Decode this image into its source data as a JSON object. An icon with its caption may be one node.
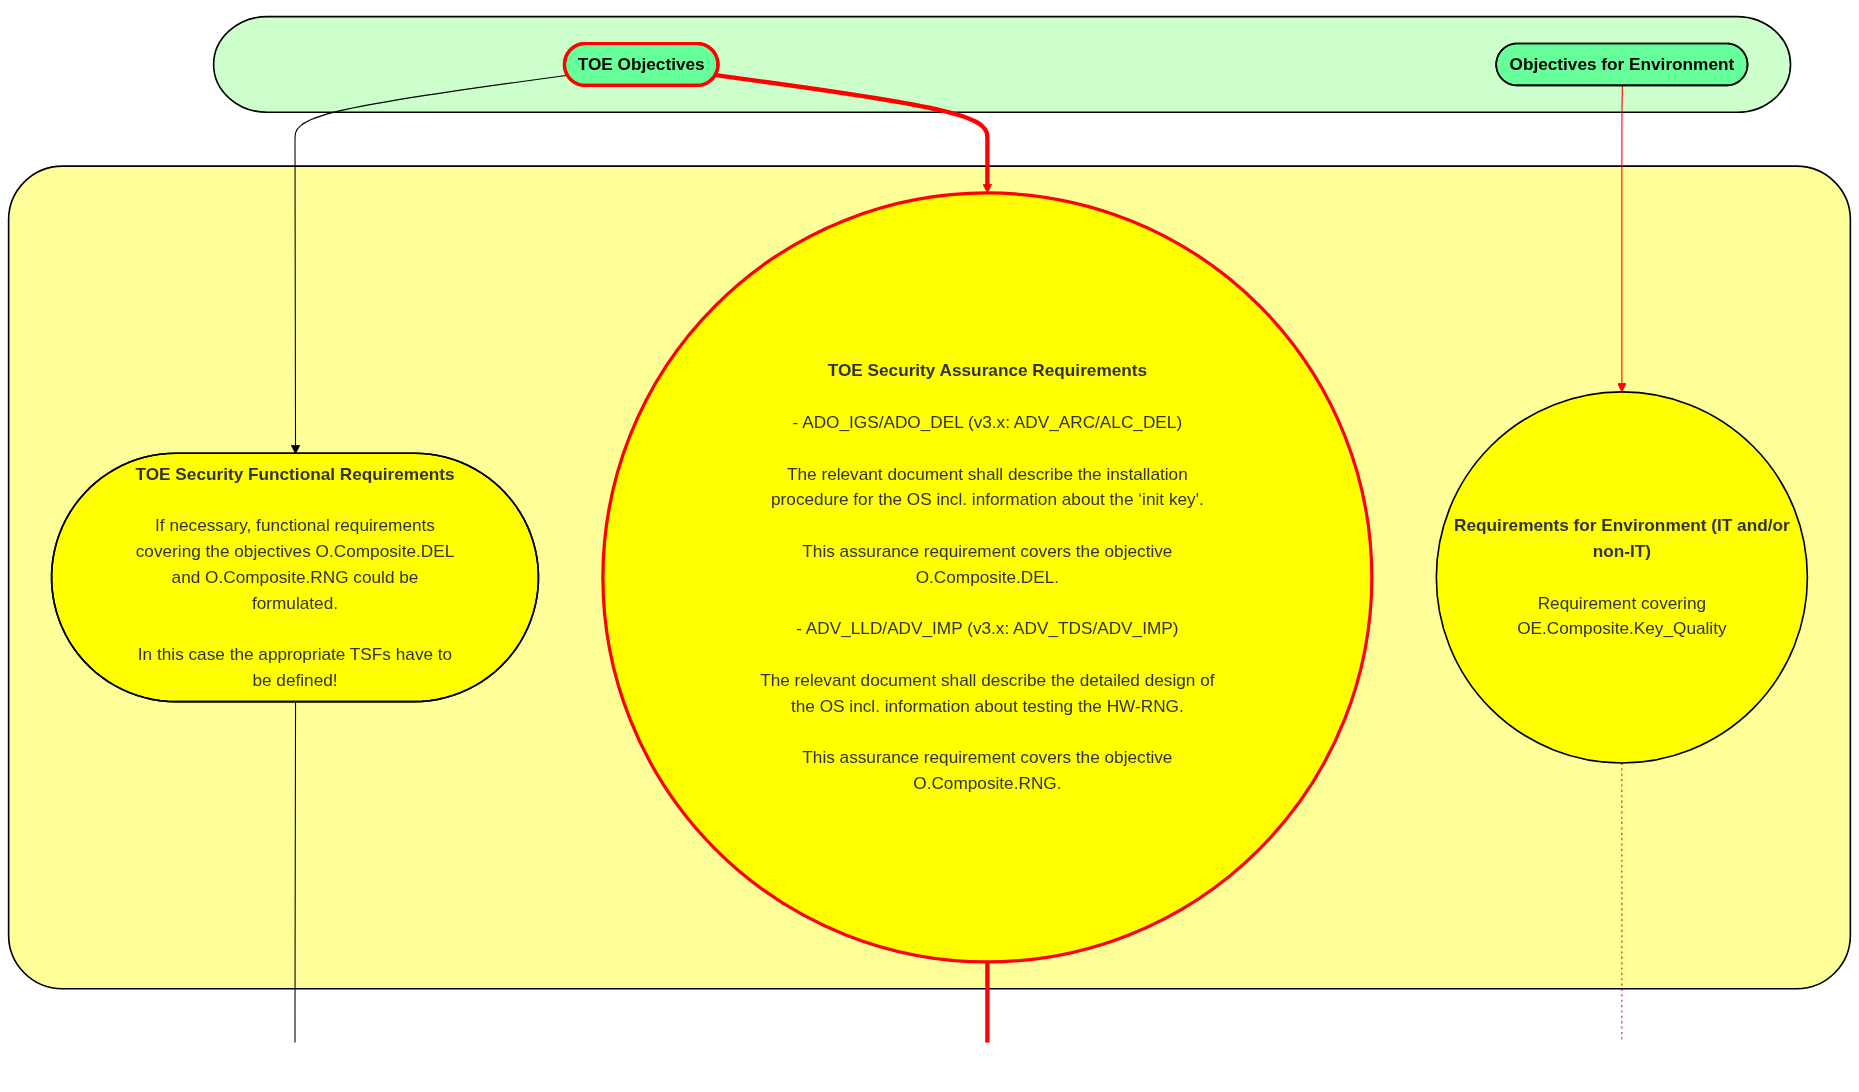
{
  "diagram": {
    "nodes": [
      {
        "text": [],
        "shape": "band"
      },
      {
        "text": [
          "TOE Objectives"
        ],
        "in": 0
      },
      {
        "text": [
          "Objectives for Environment"
        ],
        "in": 0
      },
      {
        "text": [],
        "shape": "band"
      },
      {
        "text": [
          "TOE Security Functional Requirements",
          "If necessary, functional requirements covering the objectives O.Composite.DEL and O.Composite.RNG could be formulated.",
          "In this case the appropriate TSFs have to be defined!"
        ],
        "in": 3
      },
      {
        "text": [
          "TOE Security Assurance Requirements",
          "- ADO_IGS/ADO_DEL (v3.x: ADV_ARC/ALC_DEL)",
          "The relevant document shall describe the installation procedure for the OS incl. information about the ‘init key'.",
          "This assurance requirement covers the objective O.Composite.DEL.",
          "- ADV_LLD/ADV_IMP (v3.x: ADV_TDS/ADV_IMP)",
          "The relevant document shall describe the detailed design of the OS incl. information about testing the HW-RNG.",
          "This assurance requirement covers the objective O.Composite.RNG."
        ],
        "in": 3
      },
      {
        "text": [
          "Requirements for Environment (IT and/or non-IT)",
          "Requirement covering OE.Composite.Key_Quality"
        ],
        "in": 3
      }
    ],
    "edges": [
      {
        "from": 1,
        "to": 4,
        "arrow": "to",
        "color": "#000000"
      },
      {
        "from": 1,
        "to": 5,
        "arrow": "to",
        "style": "thick",
        "color": "#ff0000"
      },
      {
        "from": 2,
        "to": 6,
        "arrow": "to",
        "color": "#ff0000"
      },
      {
        "from": 4,
        "to": null,
        "arrow": "none",
        "color": "#000000"
      },
      {
        "from": 5,
        "to": null,
        "arrow": "none",
        "style": "thick",
        "color": "#ff0000"
      },
      {
        "from": 6,
        "to": null,
        "arrow": "none",
        "style": "dashed",
        "color": "#ff0000"
      }
    ]
  }
}
